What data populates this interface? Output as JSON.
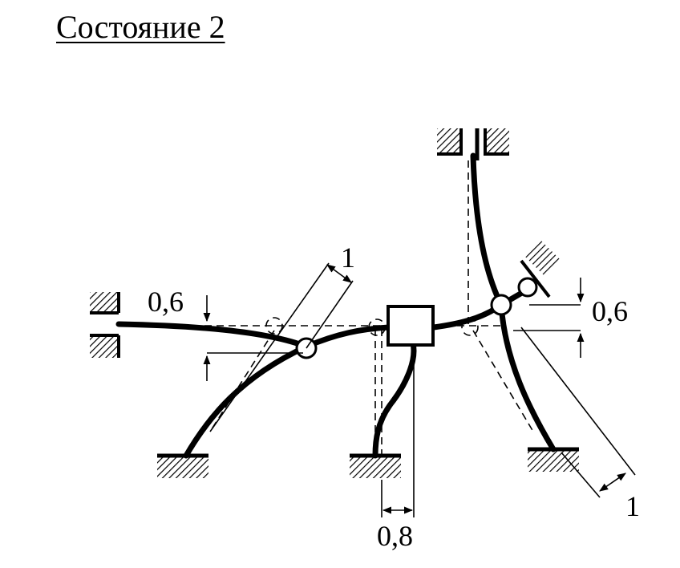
{
  "title": "Состояние 2",
  "labels": {
    "dim_left_rotation": "1",
    "dim_left_shift": "0,6",
    "dim_right_shift": "0,6",
    "dim_right_rotation": "1",
    "dim_bottom_shift": "0,8"
  },
  "colors": {
    "ink": "#000000",
    "paper": "#ffffff"
  }
}
